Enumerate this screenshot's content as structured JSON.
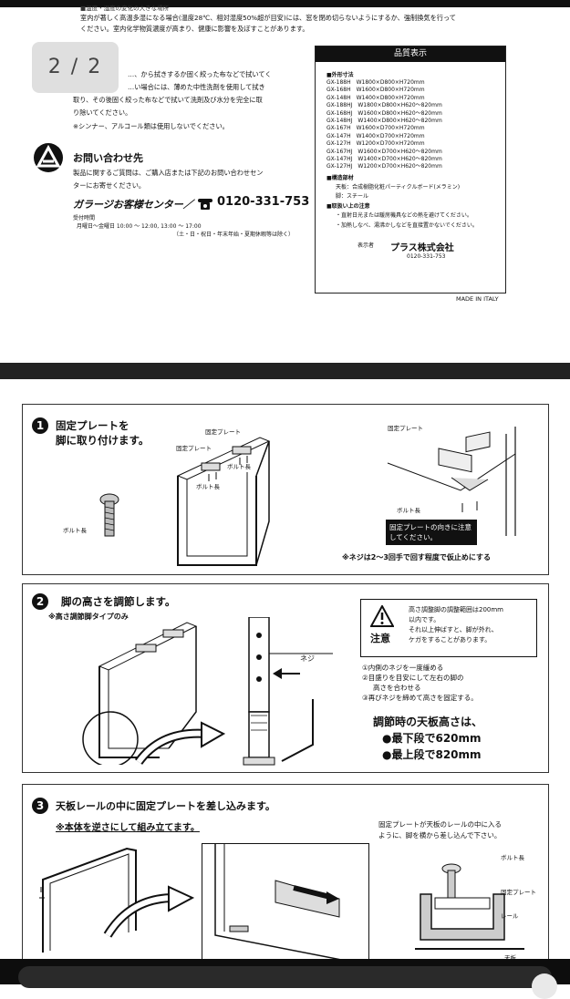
{
  "viewer": {
    "page_indicator": "2 / 2"
  },
  "care_text": {
    "line0": "■温度・湿度の変化の大きな場所",
    "line1": "室内が著しく高温多湿になる場合(温度28℃、相対湿度50%超が目安)には、窓を閉め切らないようにするか、強制換気を行って",
    "line2": "ください。室内化学物質濃度が高まり、健康に影響を及ぼすことがあります。",
    "line3": "…、から拭きするか固く絞った布などで拭いてく",
    "line4": "…い場合には、薄めた中性洗剤を使用して拭き",
    "line5": "取り、その後固く絞った布などで拭いて洗剤及び水分を完全に取",
    "line6": "り除いてください。",
    "line7": "※シンナー、アルコール類は使用しないでください。"
  },
  "contact": {
    "title": "お問い合わせ先",
    "desc1": "製品に関するご質問は、ご購入店または下記のお問い合わせセン",
    "desc2": "ターにお寄せください。",
    "center_name": "ガラージお客様センター／",
    "phone": "0120-331-753",
    "hours_label": "受付時間",
    "hours": "月曜日～金曜日 10:00 ～ 12:00, 13:00 ～ 17:00",
    "holidays": "（土・日・祝日・年末年始・夏期休暇等は除く）"
  },
  "quality": {
    "header": "品質表示",
    "size_label": "■外形寸法",
    "sizes": [
      "GX-188H　W1800×D800×H720mm",
      "GX-168H　W1600×D800×H720mm",
      "GX-148H　W1400×D800×H720mm",
      "GX-188HJ　W1800×D800×H620～820mm",
      "GX-168HJ　W1600×D800×H620～820mm",
      "GX-148HJ　W1400×D800×H620～820mm",
      "GX-167H　W1600×D700×H720mm",
      "GX-147H　W1400×D700×H720mm",
      "GX-127H　W1200×D700×H720mm",
      "GX-167HJ　W1600×D700×H620～820mm",
      "GX-147HJ　W1400×D700×H620～820mm",
      "GX-127HJ　W1200×D700×H620～820mm"
    ],
    "material_label": "■構造部材",
    "material1": "天板：合成樹脂化粧パーティクルボード(メラミン)",
    "material2": "脚：スチール",
    "handling_label": "■取扱い上の注意",
    "handling1": "・直射日光または暖房機具などの熱を避けてください。",
    "handling2": "・加熱しなべ、湯沸かしなどを直接置かないでください。",
    "labeler_prefix": "表示者",
    "company": "プラス株式会社",
    "company_phone": "0120-331-753"
  },
  "made_in": "MADE IN ITALY",
  "step1": {
    "num": "1",
    "title1": "固定プレートを",
    "title2": "脚に取り付けます。",
    "label_plate_a": "固定プレート",
    "label_plate_b": "固定プレート",
    "label_bolt_len": "ボルト長",
    "label_bolt_len2": "ボルト長",
    "label_bolt_len3": "ボルト長",
    "label_plate_c": "固定プレート",
    "label_bolt_c": "ボルト長",
    "notice": "固定プレートの向きに注意してください。",
    "note": "※ネジは2～3回手で回す程度で仮止めにする"
  },
  "step2": {
    "num": "2",
    "title": "脚の高さを調節します。",
    "subtitle": "※高さ調節脚タイプのみ",
    "screw_label": "ネジ",
    "caution_label": "注意",
    "caution1": "高さ調整脚の調整範囲は200mm",
    "caution2": "以内です。",
    "caution3": "それ以上伸ばすと、脚が外れ、",
    "caution4": "ケガをすることがあります。",
    "inst1": "①内側のネジを一度緩める",
    "inst2": "②目盛りを目安にして左右の脚の",
    "inst2b": "高さを合わせる",
    "inst3": "③再びネジを締めて高さを固定する。",
    "adj_title": "調節時の天板高さは、",
    "adj_low": "●最下段で620mm",
    "adj_high": "●最上段で820mm"
  },
  "step3": {
    "num": "3",
    "title": "天板レールの中に固定プレートを差し込みます。",
    "subtitle": "※本体を逆さにして組み立てます。",
    "desc1": "固定プレートが天板のレールの中に入る",
    "desc2": "ように、脚を横から差し込んで下さい。",
    "label_bolt": "ボルト長",
    "label_plate": "固定プレート",
    "label_rail": "レール",
    "label_top": "天板"
  }
}
